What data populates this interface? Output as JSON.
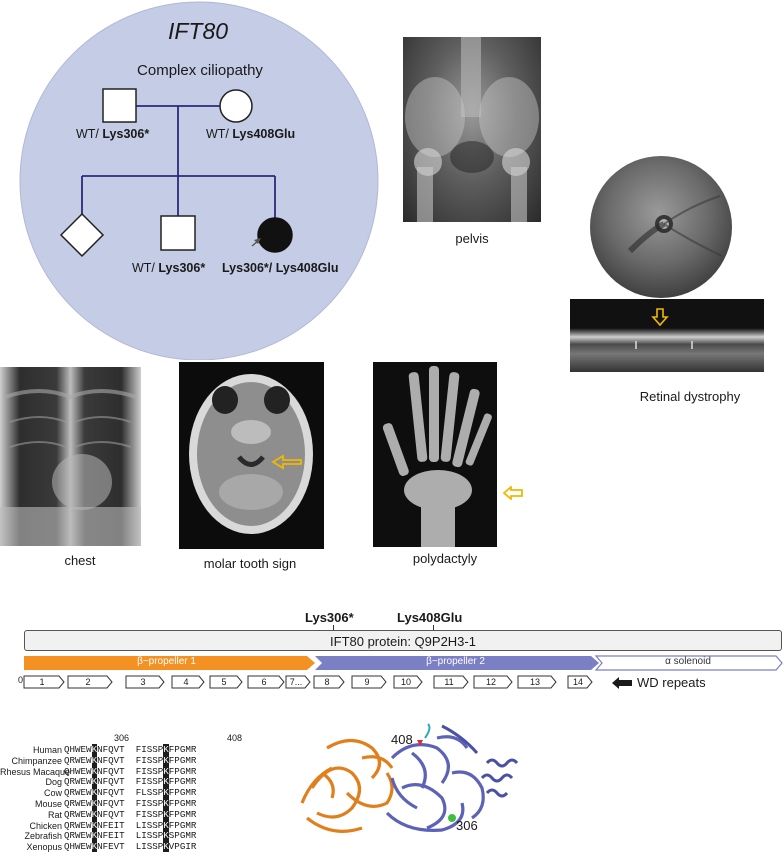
{
  "pedigree": {
    "title": "IFT80",
    "subtitle": "Complex ciliopathy",
    "father_label": {
      "prefix": "WT/ ",
      "bold": "Lys306*"
    },
    "mother_label": {
      "prefix": "WT/ ",
      "bold": "Lys408Glu"
    },
    "brother_label": {
      "prefix": "WT/ ",
      "bold": "Lys306*"
    },
    "proband_label": {
      "bold": "Lys306*/ Lys408Glu"
    }
  },
  "captions": {
    "pelvis": "pelvis",
    "retina": "Retinal dystrophy",
    "chest": "chest",
    "molar": "molar tooth sign",
    "poly": "polydactyly"
  },
  "protein": {
    "mut1": "Lys306*",
    "mut2": "Lys408Glu",
    "name": "IFT80 protein: Q9P2H3-1",
    "domains": [
      "β−propeller 1",
      "β−propeller 2",
      "α solenoid"
    ],
    "wd_repeats": [
      "1",
      "2",
      "3",
      "4",
      "5",
      "6",
      "7...",
      "8",
      "9",
      "10",
      "11",
      "12",
      "13",
      "14"
    ],
    "wd_label": "WD repeats",
    "wd_zero": "0"
  },
  "alignment": {
    "pos1": "306",
    "pos2": "408",
    "rows": [
      {
        "species": "Human",
        "a": "QHWEW",
        "k1": "K",
        "b": "NFQVT",
        "c": "FISSP",
        "k2": "K",
        "d": "FPGMR"
      },
      {
        "species": "Chimpanzee",
        "a": "QRWEW",
        "k1": "K",
        "b": "NFQVT",
        "c": "FISSP",
        "k2": "K",
        "d": "FPGMR"
      },
      {
        "species": "Rhesus Macaque",
        "a": "QHWEW",
        "k1": "K",
        "b": "NFQVT",
        "c": "FISSP",
        "k2": "K",
        "d": "FPGMR"
      },
      {
        "species": "Dog",
        "a": "QRWEW",
        "k1": "K",
        "b": "NFQVT",
        "c": "FISSP",
        "k2": "K",
        "d": "FPGMR"
      },
      {
        "species": "Cow",
        "a": "QRWEW",
        "k1": "K",
        "b": "NFQVT",
        "c": "FLSSP",
        "k2": "K",
        "d": "FPGMR"
      },
      {
        "species": "Mouse",
        "a": "QRWEW",
        "k1": "K",
        "b": "NFQVT",
        "c": "FISSP",
        "k2": "K",
        "d": "FPGMR"
      },
      {
        "species": "Rat",
        "a": "QRWEW",
        "k1": "K",
        "b": "NFQVT",
        "c": "FISSP",
        "k2": "K",
        "d": "FPGMR"
      },
      {
        "species": "Chicken",
        "a": "QRWEW",
        "k1": "K",
        "b": "NFEIT",
        "c": "LISSP",
        "k2": "K",
        "d": "FPGMR"
      },
      {
        "species": "Zebrafish",
        "a": "QRWEW",
        "k1": "K",
        "b": "NFEIT",
        "c": "LISSP",
        "k2": "K",
        "d": "SPGMR"
      },
      {
        "species": "Xenopus",
        "a": "QHWEW",
        "k1": "K",
        "b": "NFEVT",
        "c": "LISSP",
        "k2": "K",
        "d": "VPGIR"
      }
    ]
  },
  "structure": {
    "label408": "408",
    "label306": "306"
  },
  "colors": {
    "pedigree_bg": "#c5cce6",
    "propeller1": "#f39222",
    "propeller2": "#7b7fc4",
    "arrow": "#f2b800"
  }
}
